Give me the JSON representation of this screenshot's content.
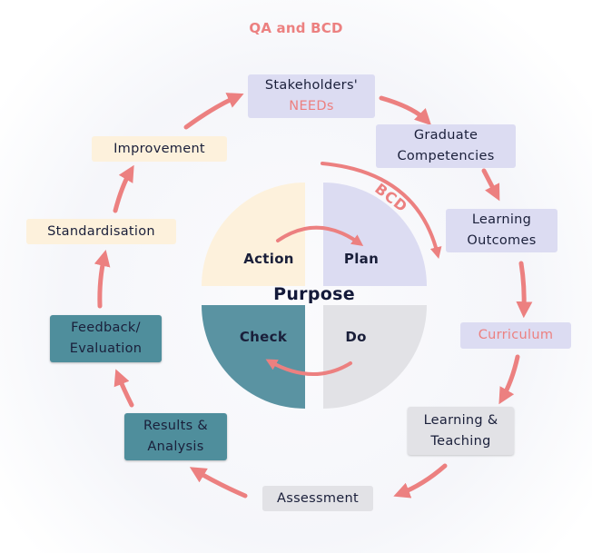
{
  "title": "QA and BCD",
  "cycle": {
    "stakeholders": {
      "line1": "Stakeholders'",
      "line2": "NEEDs"
    },
    "graduate": {
      "line1": "Graduate",
      "line2": "Competencies"
    },
    "learning_outcomes": {
      "line1": "Learning",
      "line2": "Outcomes"
    },
    "curriculum": "Curriculum",
    "learning_teaching": {
      "line1": "Learning &",
      "line2": "Teaching"
    },
    "assessment": "Assessment",
    "results": {
      "line1": "Results &",
      "line2": "Analysis"
    },
    "feedback": {
      "line1": "Feedback/",
      "line2": "Evaluation"
    },
    "standardisation": "Standardisation",
    "improvement": "Improvement"
  },
  "center": {
    "action": "Action",
    "plan": "Plan",
    "check": "Check",
    "do": "Do",
    "purpose": "Purpose"
  },
  "bcd_label": "BCD",
  "colors": {
    "arrow": "#ec8080",
    "lavender": "#dcdcf2",
    "cream": "#fdf1dc",
    "teal": "#4f8e9c",
    "grey": "#e2e2e6"
  }
}
